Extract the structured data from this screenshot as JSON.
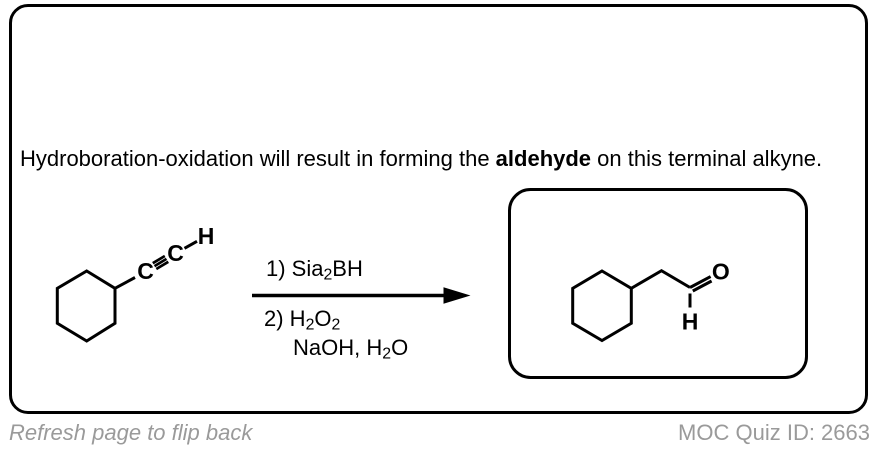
{
  "question": {
    "text_before": "Hydroboration-oxidation will result in forming the ",
    "text_bold": "aldehyde",
    "text_after": " on this terminal alkyne."
  },
  "reaction": {
    "reagents_step1_parts": [
      "1) Sia",
      "2",
      "BH"
    ],
    "reagents_step2_parts": [
      "2) H",
      "2",
      "O",
      "2"
    ],
    "reagents_step3_parts": [
      "NaOH, H",
      "2",
      "O"
    ],
    "reactant_atoms": {
      "c1": "C",
      "c2": "C",
      "h": "H"
    },
    "product_atoms": {
      "o": "O",
      "h": "H"
    }
  },
  "footer": {
    "left_note": "Refresh page to flip back",
    "right_id": "MOC Quiz ID: 2663"
  },
  "colors": {
    "ink": "#000000",
    "muted": "#9a9a9a"
  }
}
